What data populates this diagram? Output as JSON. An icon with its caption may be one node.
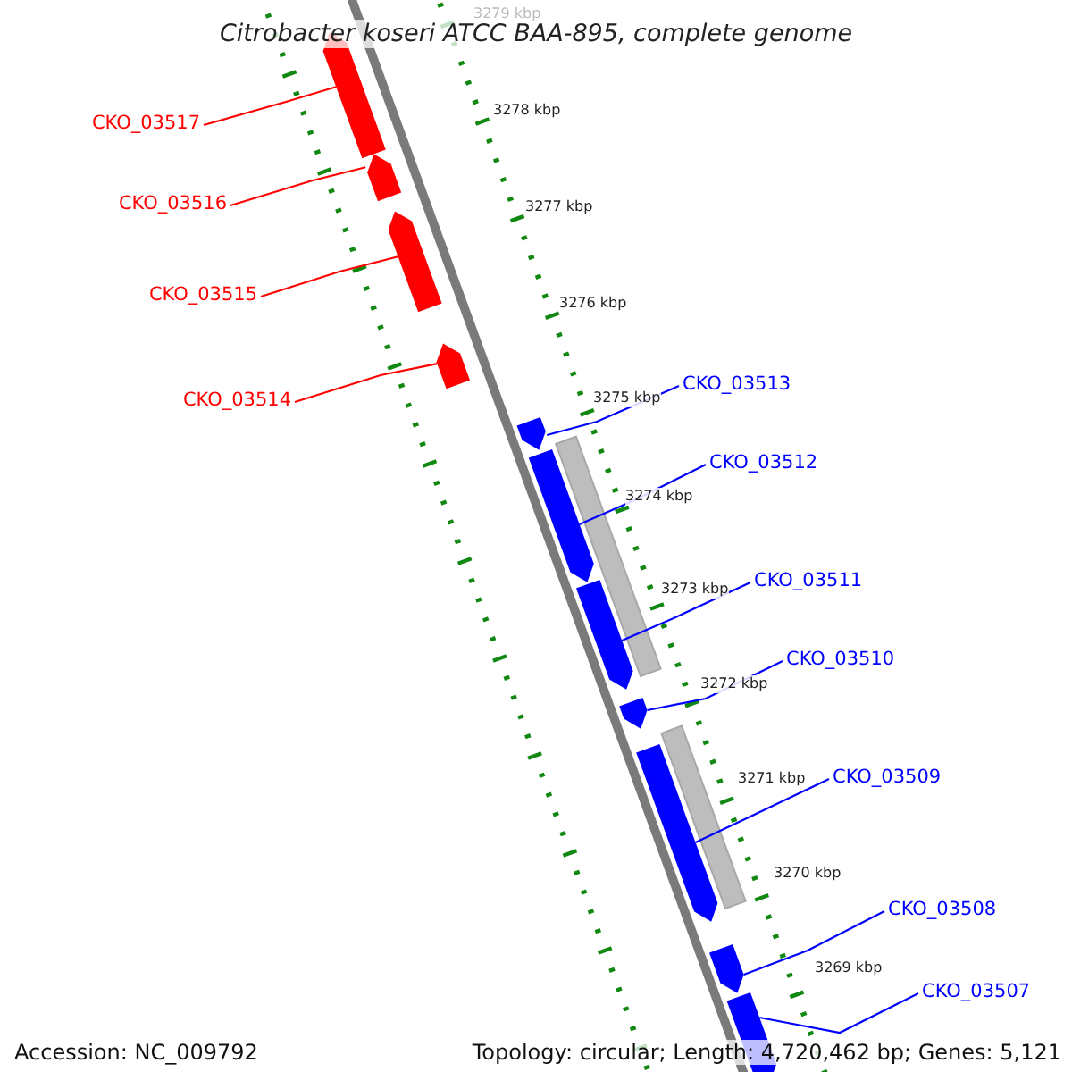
{
  "diagram": {
    "title": "Citrobacter koseri ATCC BAA-895, complete genome",
    "nodes": [
      {
        "text": [
          "CKO_03517"
        ]
      },
      {
        "text": [
          "CKO_03516"
        ]
      },
      {
        "text": [
          "CKO_03515"
        ]
      },
      {
        "text": [
          "CKO_03513"
        ]
      },
      {
        "text": [
          "CKO_03514"
        ]
      },
      {
        "text": [
          "CKO_03512"
        ]
      },
      {
        "text": [
          "CKO_03511"
        ]
      },
      {
        "text": [
          "CKO_03510"
        ]
      },
      {
        "text": [
          "CKO_03509"
        ]
      },
      {
        "text": [
          "CKO_03508"
        ]
      },
      {
        "text": [
          "CKO_03507"
        ]
      },
      {
        "text": [],
        "shape": "pentagon"
      },
      {
        "text": [],
        "shape": "pentagon"
      },
      {
        "text": [],
        "shape": "pentagon"
      },
      {
        "text": [],
        "shape": "pentagon"
      },
      {
        "text": [],
        "shape": "pentagon"
      },
      {
        "text": [],
        "shape": "pentagon"
      },
      {
        "text": [],
        "shape": "pentagon"
      },
      {
        "text": [],
        "shape": "pentagon"
      },
      {
        "text": [],
        "shape": "pentagon"
      },
      {
        "text": [],
        "shape": "pentagon"
      },
      {
        "text": [],
        "shape": "pentagon"
      },
      {
        "text": [],
        "shape": "bar"
      },
      {
        "text": [],
        "shape": "bar"
      }
    ],
    "edges": [
      {
        "from": 0,
        "to": 11,
        "arrow": "none",
        "color": "#ff0000"
      },
      {
        "from": 1,
        "to": 12,
        "arrow": "none",
        "color": "#ff0000"
      },
      {
        "from": 2,
        "to": 13,
        "arrow": "none",
        "color": "#ff0000"
      },
      {
        "from": 3,
        "to": 15,
        "arrow": "none"
      },
      {
        "from": 4,
        "to": 14,
        "arrow": "none",
        "color": "#ff0000"
      },
      {
        "from": 5,
        "to": 16,
        "arrow": "none"
      },
      {
        "from": 6,
        "to": 17,
        "arrow": "none"
      },
      {
        "from": 7,
        "to": 18,
        "arrow": "none"
      },
      {
        "from": 8,
        "to": 19,
        "arrow": "none"
      },
      {
        "from": 9,
        "to": 20,
        "arrow": "none"
      },
      {
        "from": 10,
        "to": 21,
        "arrow": "none"
      }
    ],
    "labels": [
      "3279 kbp",
      "3278 kbp",
      "3277 kbp",
      "3276 kbp",
      "3275 kbp",
      "3274 kbp",
      "3273 kbp",
      "3272 kbp",
      "3271 kbp",
      "3270 kbp",
      "3269 kbp",
      "Accession: NC_009792",
      "Topology: circular; Length: 4,720,462 bp; Genes: 5,121"
    ]
  }
}
